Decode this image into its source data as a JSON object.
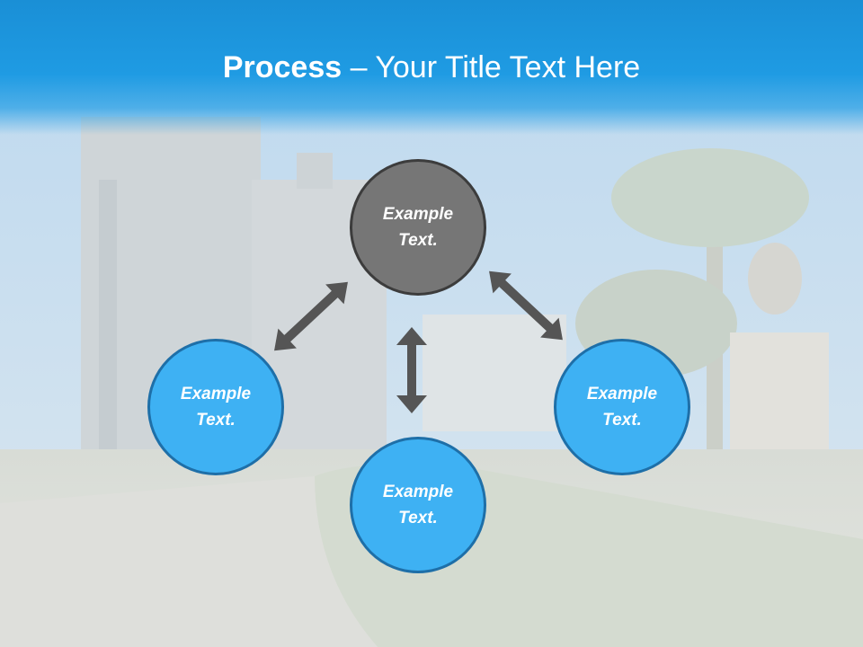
{
  "title": {
    "bold": "Process",
    "dash": " – ",
    "rest": "Your Title Text Here"
  },
  "nodes": {
    "top": "Example Text.",
    "left": "Example Text.",
    "right": "Example Text.",
    "bottom": "Example Text."
  },
  "colors": {
    "header": "#1f9be3",
    "node_gray": "#767676",
    "node_blue": "#3eb1f3",
    "node_blue_border": "#1e6fa8",
    "arrow": "#555555"
  }
}
